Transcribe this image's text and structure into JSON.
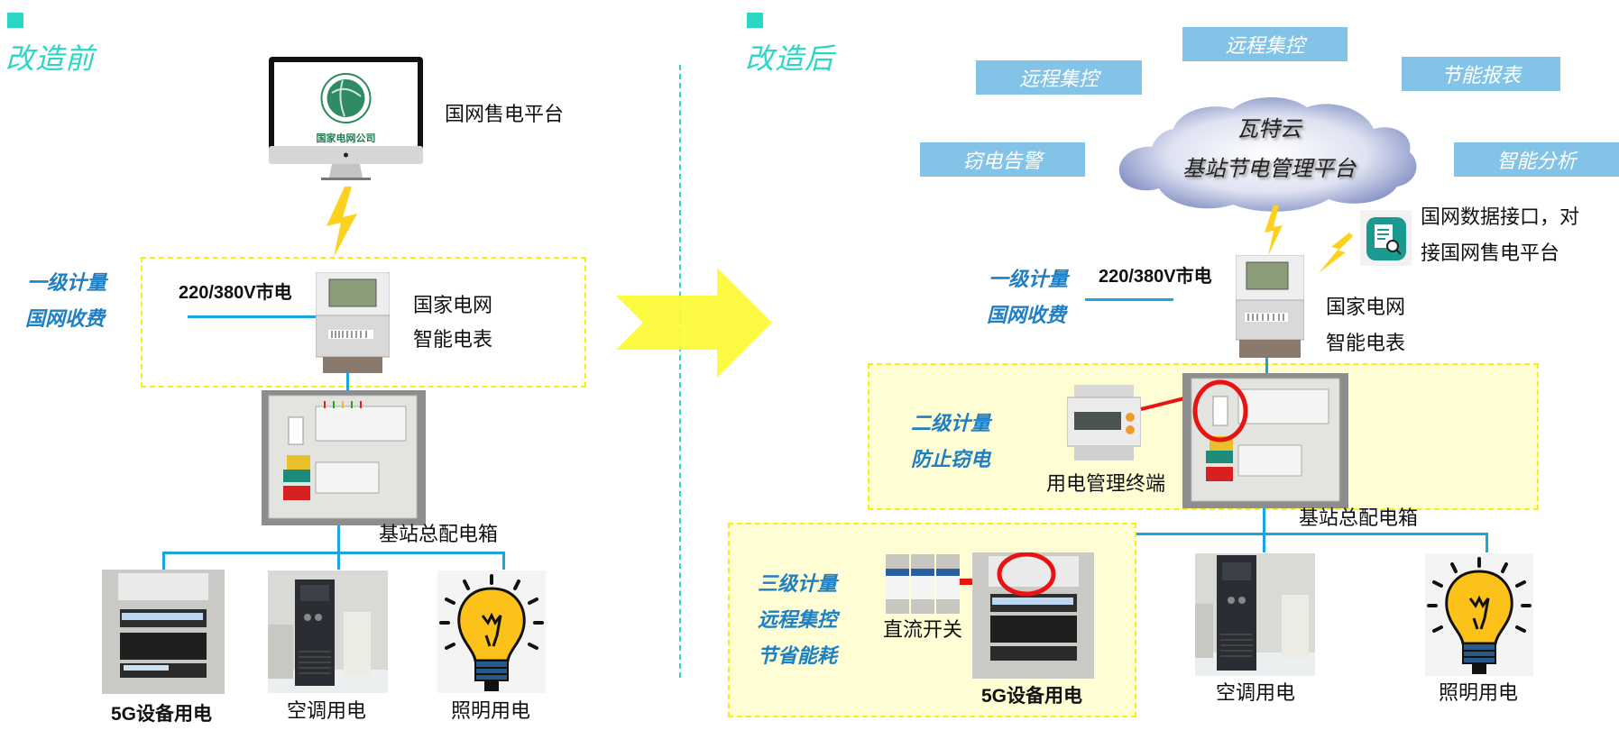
{
  "before": {
    "title": "改造前",
    "platform_label": "国网售电平台",
    "monitor_logo_text": "国家电网公司",
    "level1": {
      "line1": "一级计量",
      "line2": "国网收费"
    },
    "mains_label": "220/380V市电",
    "meter_label": {
      "line1": "国家电网",
      "line2": "智能电表"
    },
    "distribution_box_label": "基站总配电箱",
    "loads": [
      {
        "label": "5G设备用电"
      },
      {
        "label": "空调用电"
      },
      {
        "label": "照明用电"
      }
    ]
  },
  "after": {
    "title": "改造后",
    "cloud": {
      "line1": "瓦特云",
      "line2": "基站节电管理平台"
    },
    "feature_tags": [
      "远程集控",
      "远程集控",
      "节能报表",
      "窃电告警",
      "智能分析"
    ],
    "api_label": {
      "line1": "国网数据接口，对",
      "line2": "接国网售电平台"
    },
    "level1": {
      "line1": "一级计量",
      "line2": "国网收费"
    },
    "mains_label": "220/380V市电",
    "meter_label": {
      "line1": "国家电网",
      "line2": "智能电表"
    },
    "level2": {
      "line1": "二级计量",
      "line2": "防止窃电"
    },
    "terminal_label": "用电管理终端",
    "distribution_box_label": "基站总配电箱",
    "level3": {
      "line1": "三级计量",
      "line2": "远程集控",
      "line3": "节省能耗"
    },
    "dc_switch_label": "直流开关",
    "loads": [
      {
        "label": "5G设备用电"
      },
      {
        "label": "空调用电"
      },
      {
        "label": "照明用电"
      }
    ]
  },
  "colors": {
    "accent_teal": "#2bd6c4",
    "wire_blue": "#1ba4e0",
    "dash_yellow": "#f7ee12",
    "tag_blue": "#83c3e7",
    "note_blue": "#1d7fc4",
    "highlight_red": "#e81414"
  }
}
